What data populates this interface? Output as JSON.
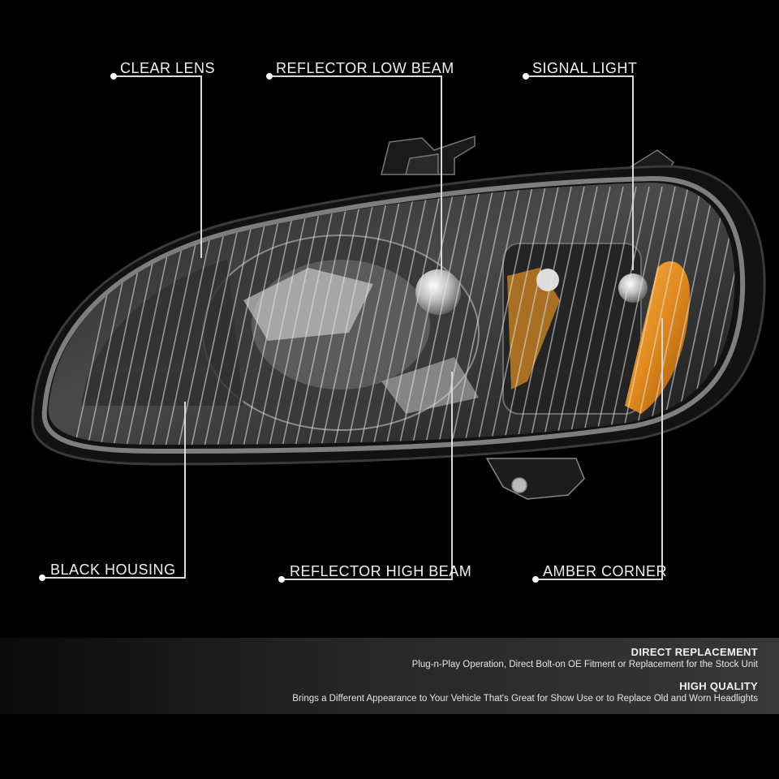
{
  "callouts": {
    "clear_lens": "CLEAR LENS",
    "reflector_low_beam": "REFLECTOR LOW BEAM",
    "signal_light": "SIGNAL LIGHT",
    "black_housing": "BLACK HOUSING",
    "reflector_high_beam": "REFLECTOR HIGH BEAM",
    "amber_corner": "AMBER CORNER"
  },
  "features": [
    {
      "title": "DIRECT REPLACEMENT",
      "text": "Plug-n-Play Operation, Direct Bolt-on OE Fitment or Replacement for the Stock Unit"
    },
    {
      "title": "HIGH QUALITY",
      "text": "Brings a Different Appearance to Your Vehicle That's Great for Show Use or to Replace Old and Worn Headlights"
    }
  ],
  "colors": {
    "background": "#000000",
    "amber": "#e08a1e",
    "chrome": "#c9c9c9",
    "housing": "#151515"
  }
}
